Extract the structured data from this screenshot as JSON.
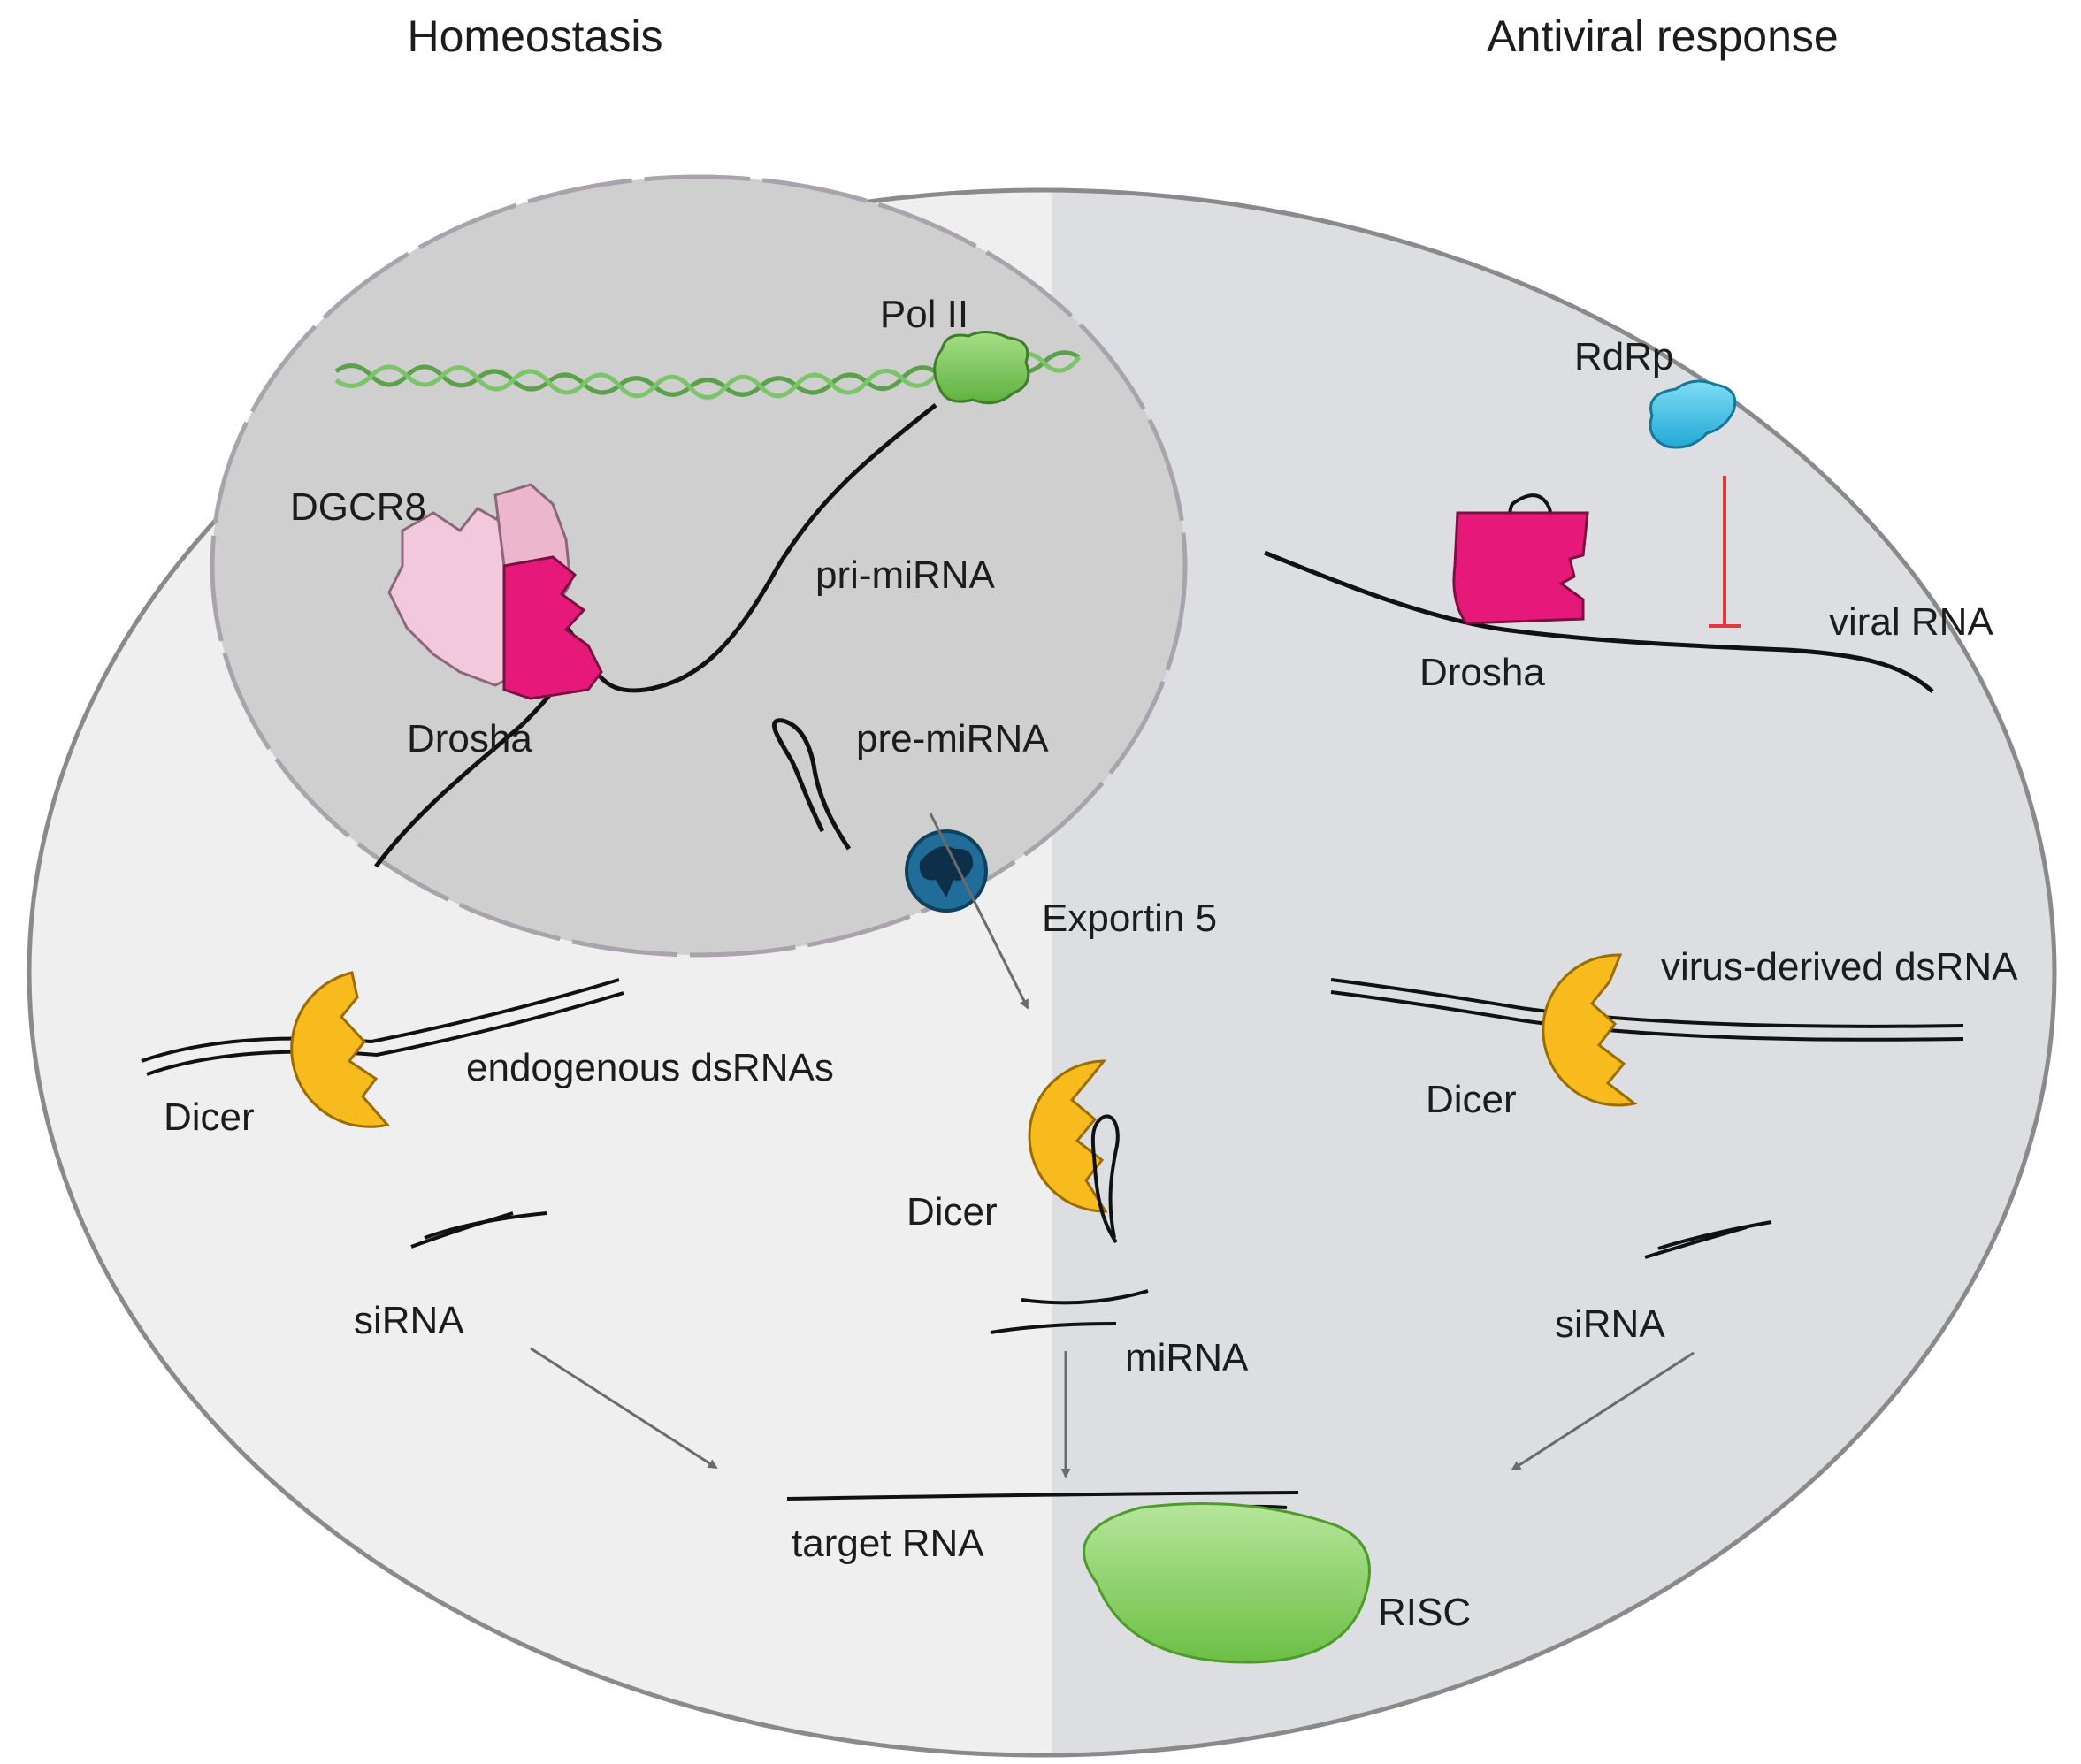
{
  "headers": {
    "left": "Homeostasis",
    "right": "Antiviral response"
  },
  "labels": {
    "pol_ii": "Pol II",
    "dgcr8": "DGCR8",
    "pri_mirna": "pri-miRNA",
    "drosha_nucleus": "Drosha",
    "pre_mirna": "pre-miRNA",
    "exportin5": "Exportin 5",
    "rdrp": "RdRp",
    "viral_rna": "viral RNA",
    "drosha_viral": "Drosha",
    "endogenous_dsrnas": "endogenous dsRNAs",
    "dicer_left": "Dicer",
    "dicer_center": "Dicer",
    "dicer_right": "Dicer",
    "virus_derived_dsrna": "virus-derived dsRNA",
    "sirna_left": "siRNA",
    "mirna": "miRNA",
    "sirna_right": "siRNA",
    "target_rna": "target RNA",
    "risc": "RISC"
  },
  "colors": {
    "cell_left": "#efefef",
    "cell_right": "#dcdee2",
    "nucleus": "#cfcfcf",
    "drosha": "#e6197a",
    "dgcr8": "#f2c9dc",
    "pol_ii": "#7ec95c",
    "rdrp": "#38c2e8",
    "exportin": "#1f6d98",
    "dicer": "#f7bb1d",
    "risc": "#8fd36a",
    "inhibition": "#e23a3a",
    "arrow": "#6b6b6b"
  }
}
